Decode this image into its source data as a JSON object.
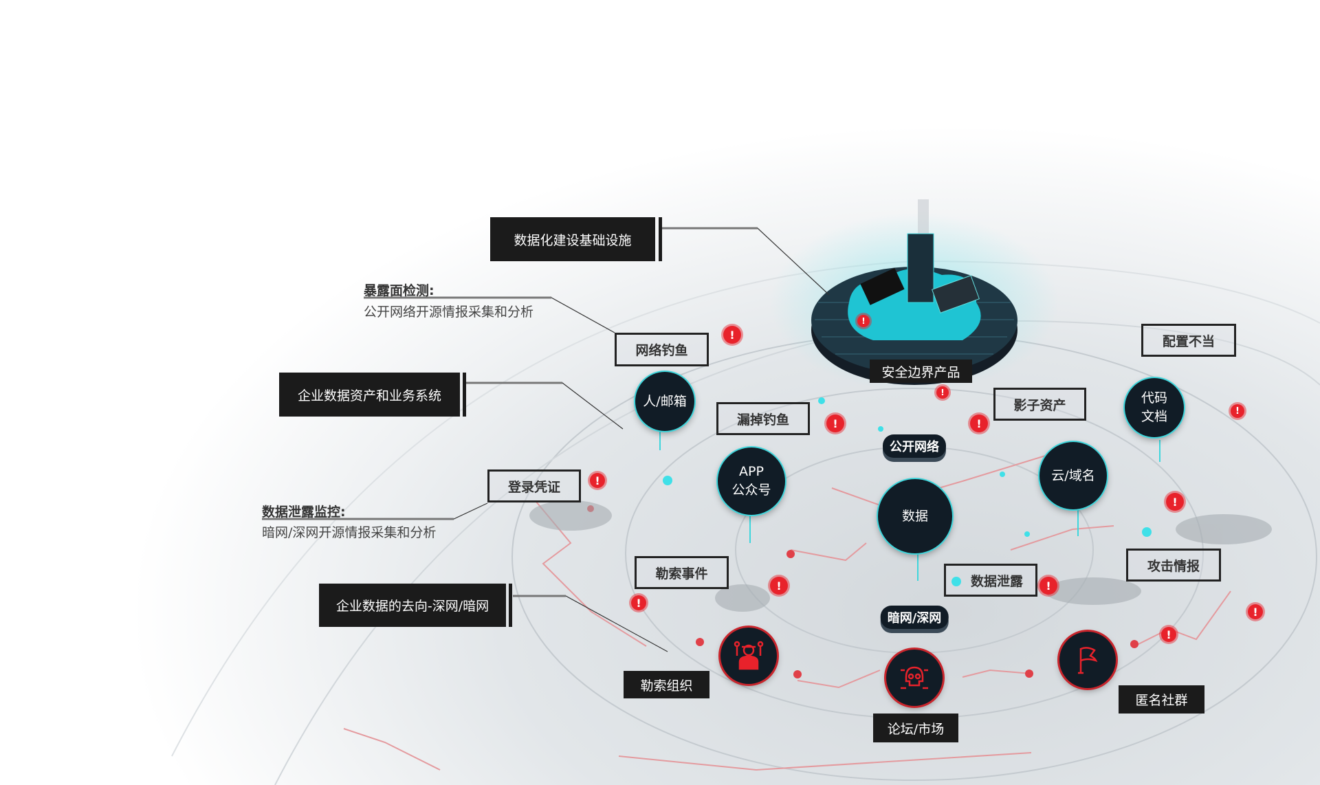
{
  "colors": {
    "dark": "#1b1b1b",
    "node": "#111c26",
    "cyan": "#3fd6dc",
    "alert": "#e8222b"
  },
  "callouts": {
    "infrastructure": "数据化建设基础设施",
    "enterprise_assets": "企业数据资产和业务系统",
    "data_destination": "企业数据的去向-深网/暗网"
  },
  "annotations": {
    "exposure": {
      "title": "暴露面检测:",
      "subtitle": "公开网络开源情报采集和分析"
    },
    "leak_monitor": {
      "title": "数据泄露监控:",
      "subtitle": "暗网/深网开源情报采集和分析"
    }
  },
  "platform_label": "安全边界产品",
  "risk_tags": {
    "phishing": "网络钓鱼",
    "missed_phishing": "漏掉钓鱼",
    "shadow_assets": "影子资产",
    "misconfig": "配置不当",
    "credentials": "登录凭证",
    "ransom_event": "勒索事件",
    "data_leak": "数据泄露",
    "attack_intel": "攻击情报"
  },
  "nodes": {
    "people_mail": "人/邮箱",
    "app_line1": "APP",
    "app_line2": "公众号",
    "data": "数据",
    "cloud_domain": "云/域名",
    "code_line1": "代码",
    "code_line2": "文档"
  },
  "layers": {
    "public": "公开网络",
    "dark": "暗网/深网"
  },
  "actors": {
    "ransom_org": "勒索组织",
    "forum_market": "论坛/市场",
    "anon_group": "匿名社群"
  },
  "alert_symbol": "!"
}
